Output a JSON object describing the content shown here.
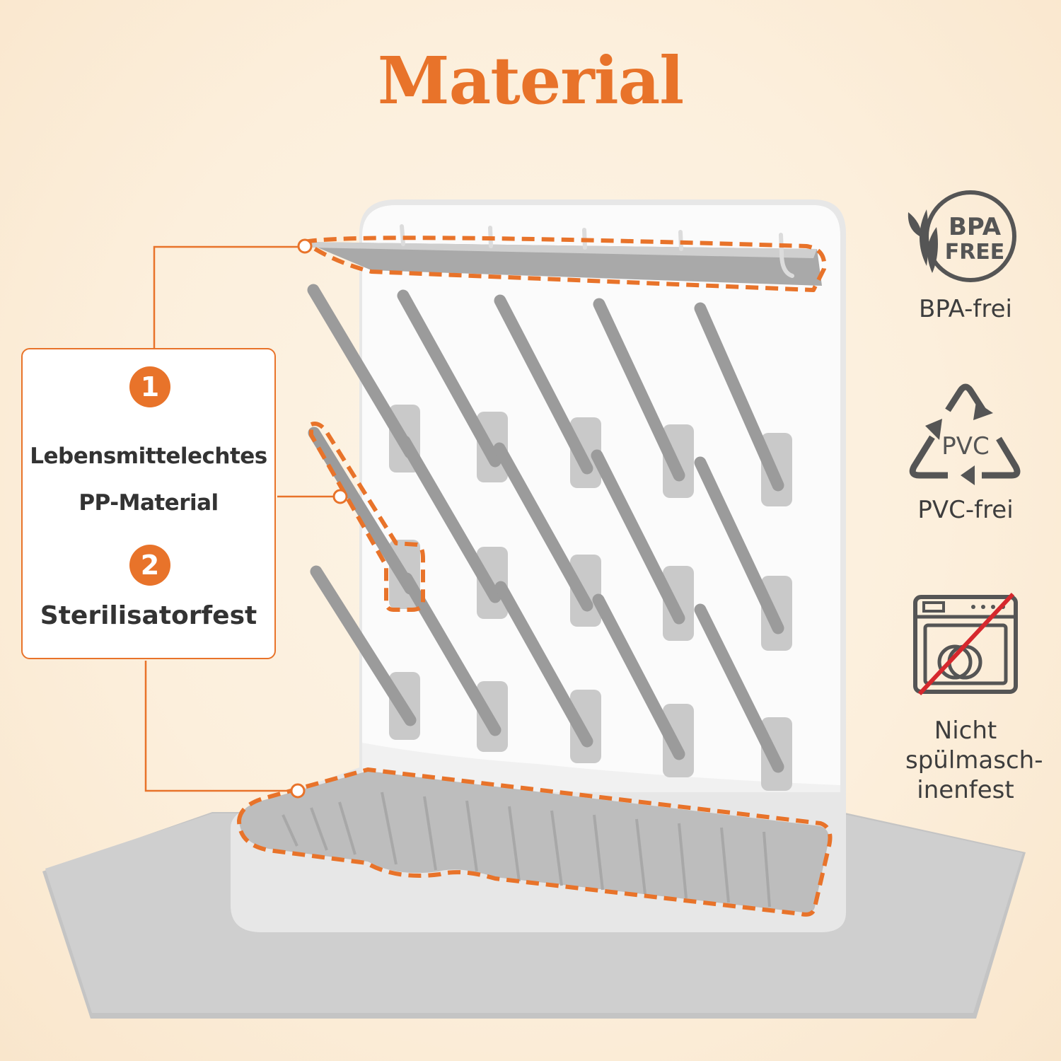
{
  "title": "Material",
  "colors": {
    "accent": "#e8732a",
    "icon_gray": "#555555",
    "product_gray": "#a8a8a8",
    "background": "#fcefdc"
  },
  "features": [
    {
      "number": "1",
      "line1": "Lebensmittelechtes",
      "line2": "PP-Material"
    },
    {
      "number": "2",
      "text": "Sterilisatorfest"
    }
  ],
  "badges": [
    {
      "icon": "bpa-free-icon",
      "logo_line1": "BPA",
      "logo_line2": "FREE",
      "label": "BPA-frei"
    },
    {
      "icon": "pvc-recycle-icon",
      "logo_text": "PVC",
      "label": "PVC-frei"
    },
    {
      "icon": "no-dishwasher-icon",
      "label_lines": [
        "Nicht",
        "spülmasch-",
        "inenfest"
      ]
    }
  ]
}
